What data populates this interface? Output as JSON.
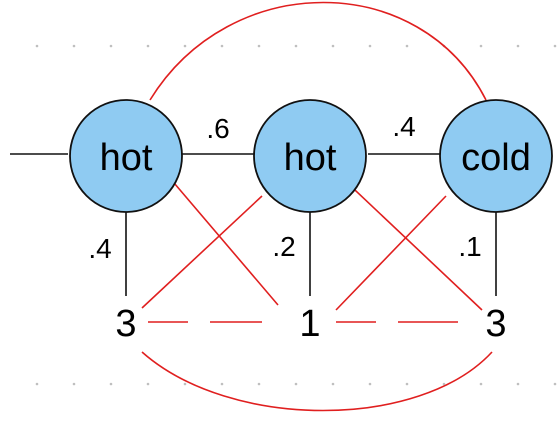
{
  "diagram": {
    "states": [
      {
        "id": "s1",
        "label": "hot"
      },
      {
        "id": "s2",
        "label": "hot"
      },
      {
        "id": "s3",
        "label": "cold"
      }
    ],
    "observations": [
      {
        "id": "o1",
        "label": "3"
      },
      {
        "id": "o2",
        "label": "1"
      },
      {
        "id": "o3",
        "label": "3"
      }
    ],
    "transition_labels": {
      "t12": ".6",
      "t23": ".4"
    },
    "emission_labels": {
      "e1": ".4",
      "e2": ".2",
      "e3": ".1"
    },
    "colors": {
      "node_fill": "#8fcbf2",
      "node_stroke": "#111111",
      "edge": "#111111",
      "red_link": "#e01f1f",
      "grid_dot": "#bfbfbf"
    }
  }
}
